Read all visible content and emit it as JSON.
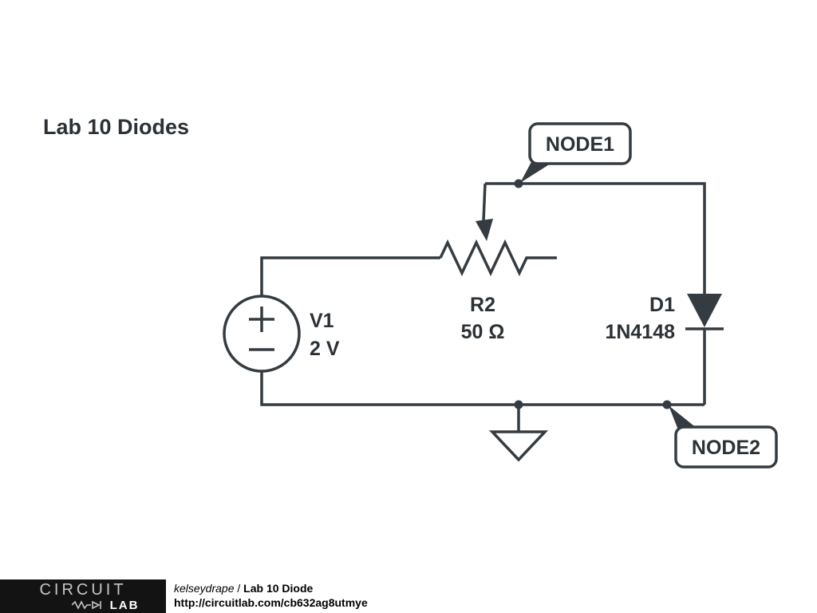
{
  "title": "Lab 10 Diodes",
  "components": {
    "v1": {
      "name": "V1",
      "value": "2 V"
    },
    "r2": {
      "name": "R2",
      "value": "50 Ω"
    },
    "d1": {
      "name": "D1",
      "value": "1N4148"
    }
  },
  "nodes": {
    "node1": "NODE1",
    "node2": "NODE2"
  },
  "footer": {
    "logo_line1": "CIRCUIT",
    "logo_line2": "LAB",
    "author": "kelseydrape",
    "separator": " / ",
    "project": "Lab 10 Diode",
    "url": "http://circuitlab.com/cb632ag8utmye"
  },
  "colors": {
    "wire": "#343b41",
    "text": "#2b3136",
    "background": "#ffffff",
    "logo_background": "#131313"
  }
}
